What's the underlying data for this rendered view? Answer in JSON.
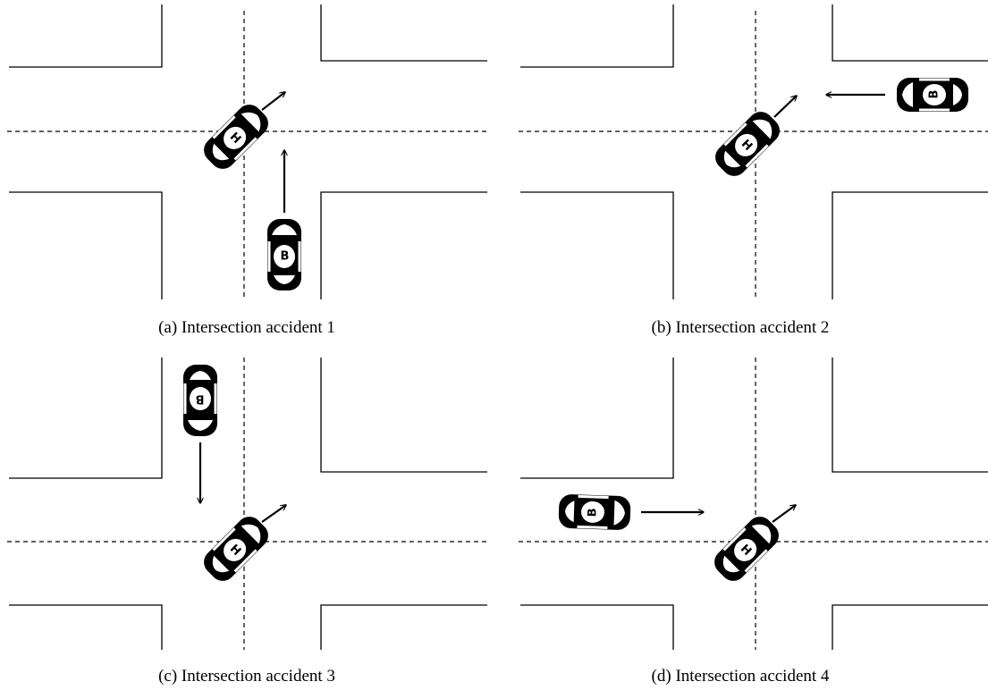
{
  "panels": [
    {
      "id": "a",
      "caption": "(a) Intersection accident 1",
      "host_label": "H",
      "other_label": "B"
    },
    {
      "id": "b",
      "caption": "(b) Intersection accident 2",
      "host_label": "H",
      "other_label": "B"
    },
    {
      "id": "c",
      "caption": "(c) Intersection accident 3",
      "host_label": "H",
      "other_label": "B"
    },
    {
      "id": "d",
      "caption": "(d) Intersection accident 4",
      "host_label": "H",
      "other_label": "B"
    }
  ],
  "colors": {
    "ink": "#000000",
    "background": "#ffffff"
  },
  "icons": {
    "car": "car-top-view-icon",
    "arrow": "direction-arrow-icon"
  }
}
